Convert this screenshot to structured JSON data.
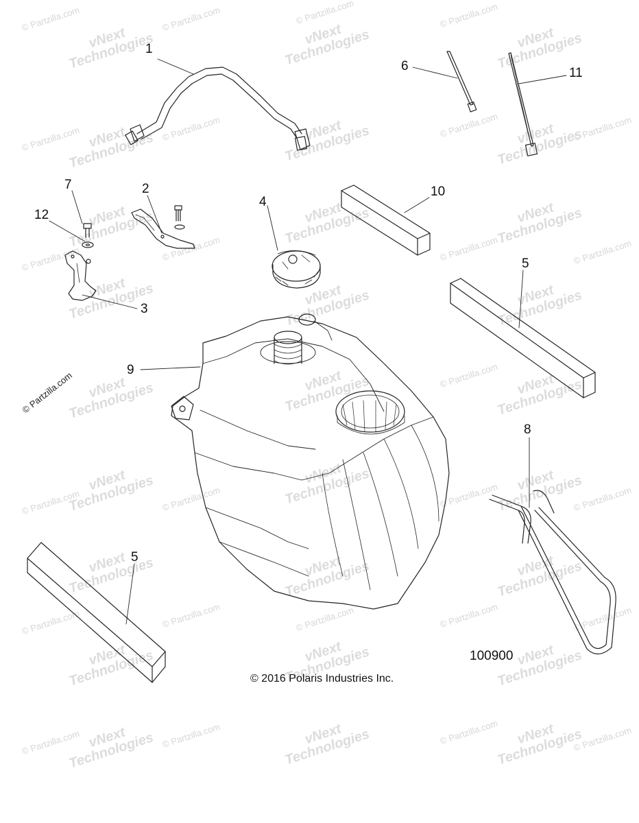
{
  "callouts": {
    "c1": "1",
    "c2": "2",
    "c3": "3",
    "c4": "4",
    "c5a": "5",
    "c5b": "5",
    "c6": "6",
    "c7": "7",
    "c8": "8",
    "c9": "9",
    "c10": "10",
    "c11": "11",
    "c12": "12"
  },
  "parts": {
    "p1": "fuel-vent-hose",
    "p2": "mounting-bracket-right",
    "p3": "mounting-bracket-left",
    "p4": "fuel-cap",
    "p5a": "foam-pad-right",
    "p5b": "foam-pad-left",
    "p6": "cable-tie-short",
    "p7": "bolt",
    "p8": "fuel-line-loop",
    "p9": "fuel-tank",
    "p10": "foam-pad-top",
    "p11": "cable-tie-long",
    "p12": "washer"
  },
  "diagram_number": "100900",
  "copyright": "© 2016 Polaris Industries Inc.",
  "watermarks": {
    "partzilla": "© Partzilla.com",
    "vnext_line1": "vNext",
    "vnext_line2": "Technologies"
  },
  "colors": {
    "line": "#222222",
    "watermark": "#d6d6d6"
  }
}
